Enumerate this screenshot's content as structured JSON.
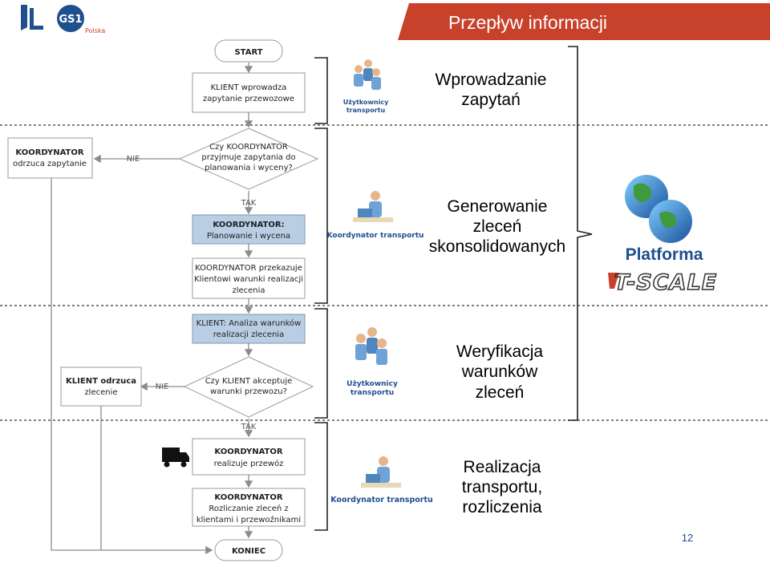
{
  "header": {
    "title": "Przepływ informacji",
    "accent_color": "#c8412a",
    "gs1_text": "GS1",
    "gs1_sub": "Polska"
  },
  "flow": {
    "start": "START",
    "klient_wprowadza": [
      "KLIENT wprowadza",
      "zapytanie przewozowe"
    ],
    "decision1": [
      "Czy KOORDYNATOR",
      "przyjmuje zapytania do",
      "planowania i wyceny?"
    ],
    "nie1": "NIE",
    "koordynator_odrzuca": [
      "KOORDYNATOR",
      "odrzuca zapytanie"
    ],
    "tak1": "TAK",
    "planowanie": [
      "KOORDYNATOR:",
      "Planowanie i wycena"
    ],
    "przekazuje": [
      "KOORDYNATOR przekazuje",
      "Klientowi warunki realizacji",
      "zlecenia"
    ],
    "analiza": [
      "KLIENT: Analiza warunków",
      "realizacji zlecenia"
    ],
    "decision2": [
      "Czy KLIENT akceptuje",
      "warunki przewozu?"
    ],
    "nie2": "NIE",
    "klient_odrzuca": [
      "KLIENT odrzuca",
      "zlecenie"
    ],
    "tak2": "TAK",
    "realizuje": [
      "KOORDYNATOR",
      "realizuje przewóz"
    ],
    "rozliczanie": [
      "KOORDYNATOR",
      "Rozliczanie zleceń z",
      "klientami i przewoźnikami"
    ],
    "koniec": "KONIEC"
  },
  "actors": {
    "users1": [
      "Użytkownicy",
      "transportu"
    ],
    "coordinator1": "Koordynator transportu",
    "users2": [
      "Użytkownicy",
      "transportu"
    ],
    "coordinator2": "Koordynator transportu"
  },
  "stages": [
    [
      "Wprowadzanie",
      "zapytań"
    ],
    [
      "Generowanie",
      "zleceń",
      "skonsolidowanych"
    ],
    [
      "Weryfikacja",
      "warunków",
      "zleceń"
    ],
    [
      "Realizacja",
      "transportu,",
      "rozliczenia"
    ]
  ],
  "platform": {
    "label": "Platforma",
    "logo_text": "T-SCALE"
  },
  "page_number": "12"
}
